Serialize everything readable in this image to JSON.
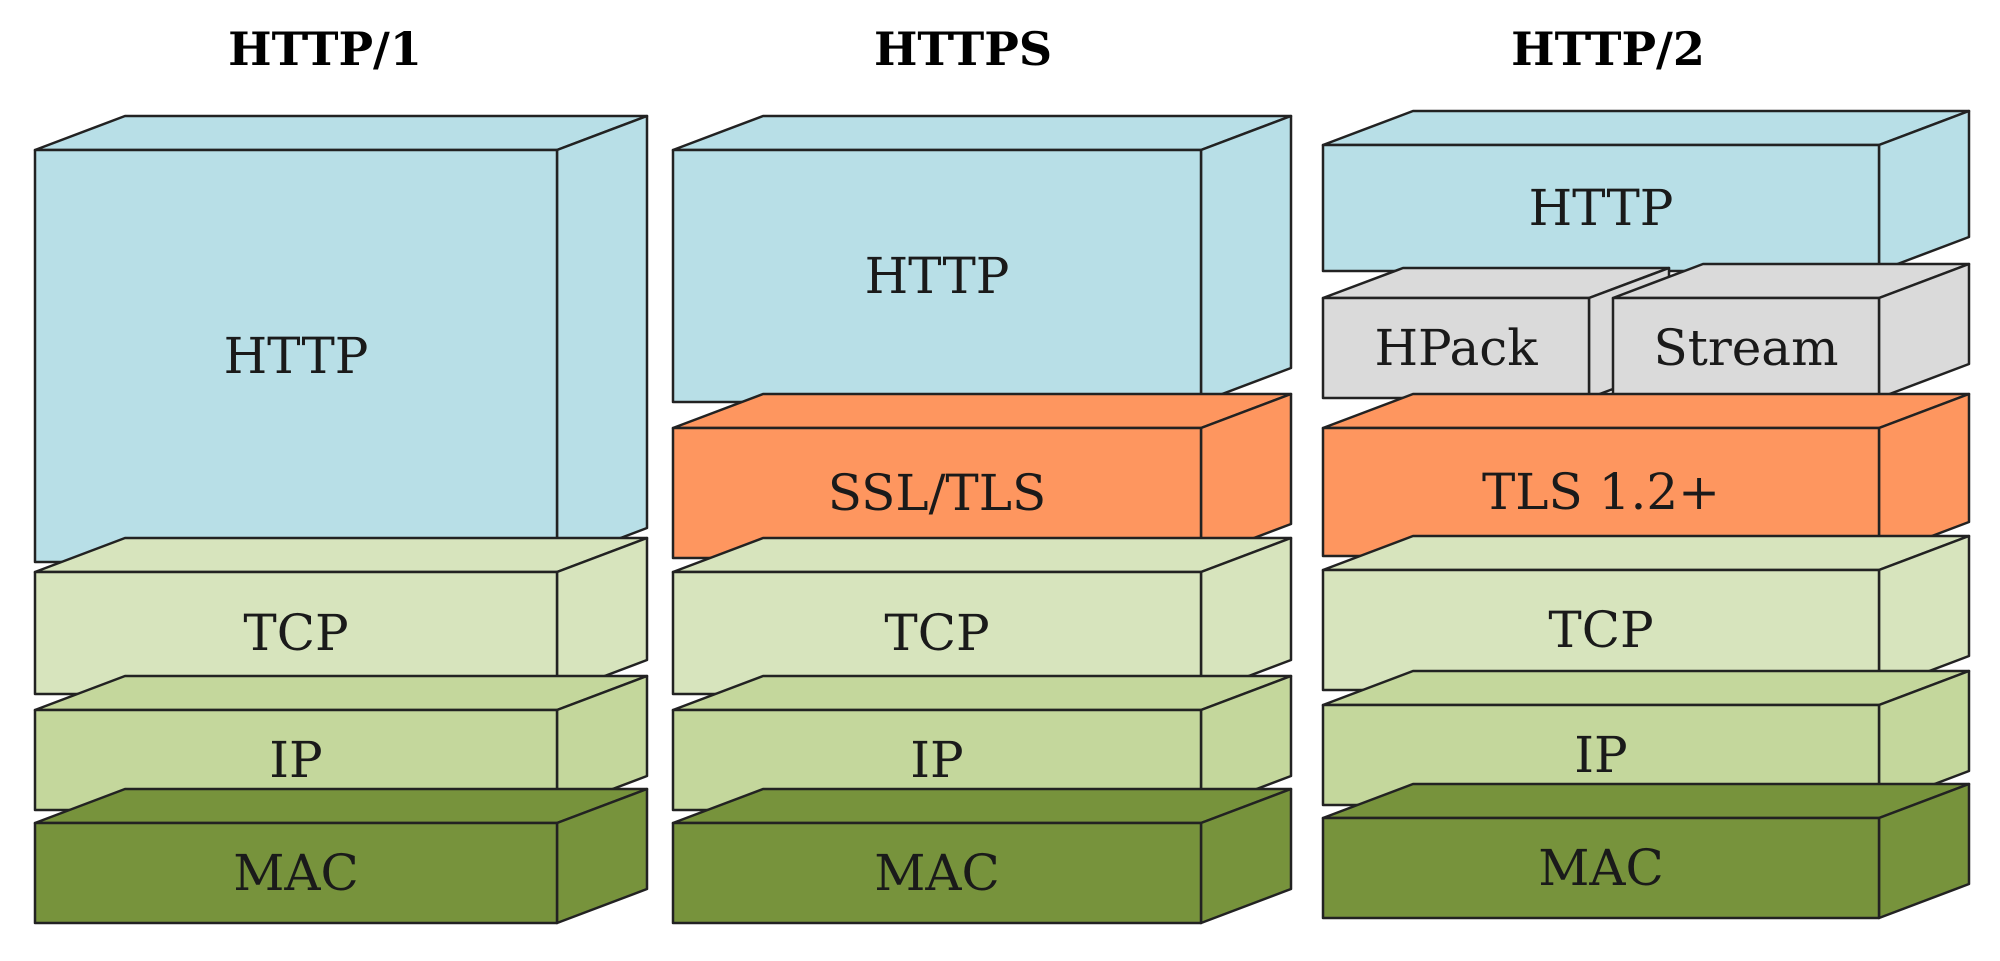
{
  "colors": {
    "http": {
      "front": "#b8dfe7",
      "top": "#b8dfe7",
      "side": "#b8dfe7"
    },
    "tls": {
      "front": "#fe965f",
      "top": "#fe965f",
      "side": "#fe965f"
    },
    "hpack": {
      "front": "#dadada",
      "top": "#dadada",
      "side": "#dadada"
    },
    "tcp": {
      "front": "#d7e4bd",
      "top": "#d7e4bd",
      "side": "#d7e4bd"
    },
    "ip": {
      "front": "#c4d79c",
      "top": "#c4d79c",
      "side": "#c4d79c"
    },
    "mac": {
      "front": "#77933c",
      "top": "#77933c",
      "side": "#77933c"
    }
  },
  "stacks": [
    {
      "title": "HTTP/1",
      "layers": [
        {
          "label": "HTTP",
          "kind": "http"
        },
        {
          "label": "TCP",
          "kind": "tcp"
        },
        {
          "label": "IP",
          "kind": "ip"
        },
        {
          "label": "MAC",
          "kind": "mac"
        }
      ]
    },
    {
      "title": "HTTPS",
      "layers": [
        {
          "label": "HTTP",
          "kind": "http"
        },
        {
          "label": "SSL/TLS",
          "kind": "tls"
        },
        {
          "label": "TCP",
          "kind": "tcp"
        },
        {
          "label": "IP",
          "kind": "ip"
        },
        {
          "label": "MAC",
          "kind": "mac"
        }
      ]
    },
    {
      "title": "HTTP/2",
      "layers": [
        {
          "label": "HTTP",
          "kind": "http"
        },
        {
          "label": "HPack",
          "kind": "hpack"
        },
        {
          "label": "Stream",
          "kind": "hpack"
        },
        {
          "label": "TLS 1.2+",
          "kind": "tls"
        },
        {
          "label": "TCP",
          "kind": "tcp"
        },
        {
          "label": "IP",
          "kind": "ip"
        },
        {
          "label": "MAC",
          "kind": "mac"
        }
      ]
    }
  ]
}
